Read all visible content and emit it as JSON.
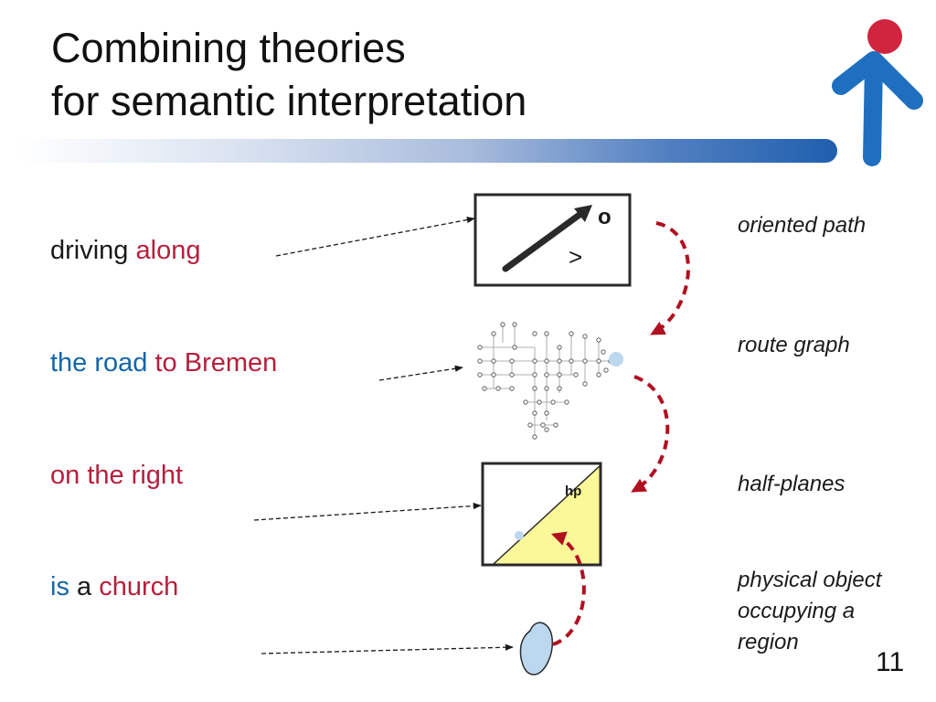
{
  "slide": {
    "title_line1": "Combining theories",
    "title_line2": "for semantic interpretation",
    "page_number": "11"
  },
  "phrases": {
    "p1": {
      "w1": "driving",
      "w2": "along"
    },
    "p2": {
      "w1": "the road",
      "w2": "to Bremen"
    },
    "p3": {
      "w1": "on the right"
    },
    "p4": {
      "w1": "is",
      "w2": "a",
      "w3": "church"
    }
  },
  "labels": {
    "oriented_path": "oriented path",
    "route_graph": "route graph",
    "half_planes": "half-planes",
    "physical_object_l1": "physical object",
    "physical_object_l2": "occupying a",
    "physical_object_l3": "region"
  },
  "diagram": {
    "path_box_o": "o",
    "path_box_gt": ">",
    "halfplane_label": "hp"
  },
  "colors": {
    "accent_red": "#b5203e",
    "accent_blue": "#1565a8",
    "arrow_red": "#b01020",
    "halfplane_fill": "#fbf89a",
    "object_fill": "#bcd8ef",
    "logo_red": "#d0243f",
    "logo_blue": "#1e6fbf"
  }
}
